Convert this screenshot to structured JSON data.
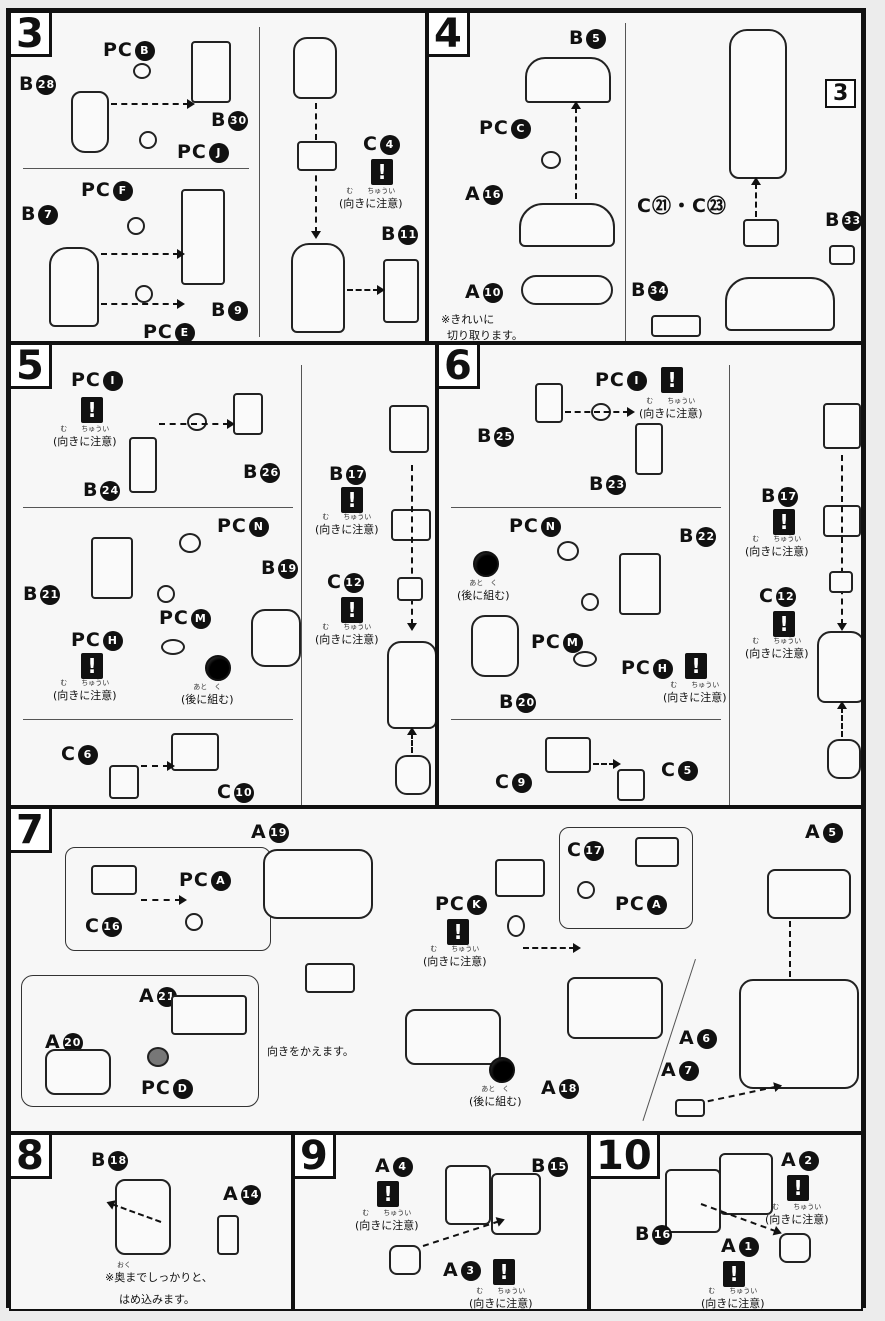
{
  "steps": {
    "s3": {
      "num": "3"
    },
    "s4": {
      "num": "4"
    },
    "s5": {
      "num": "5"
    },
    "s6": {
      "num": "6"
    },
    "s7": {
      "num": "7"
    },
    "s8": {
      "num": "8"
    },
    "s9": {
      "num": "9"
    },
    "s10": {
      "num": "10"
    }
  },
  "labels": {
    "pcB": "PC",
    "pcB_n": "B",
    "b28": "B",
    "b28_n": "28",
    "b30": "B",
    "b30_n": "30",
    "pcJ": "PC",
    "pcJ_n": "J",
    "c4": "C",
    "c4_n": "4",
    "pcF": "PC",
    "pcF_n": "F",
    "b7": "B",
    "b7_n": "7",
    "b11": "B",
    "b11_n": "11",
    "b9": "B",
    "b9_n": "9",
    "pcE": "PC",
    "pcE_n": "E",
    "b5": "B",
    "b5_n": "5",
    "pcC": "PC",
    "pcC_n": "C",
    "a16": "A",
    "a16_n": "16",
    "a10": "A",
    "a10_n": "10",
    "c21c23": "C㉑・C㉓",
    "b33": "B",
    "b33_n": "33",
    "b34": "B",
    "b34_n": "34",
    "ref3": "3",
    "pcI5": "PC",
    "pcI5_n": "I",
    "b26": "B",
    "b26_n": "26",
    "b24": "B",
    "b24_n": "24",
    "b17a": "B",
    "b17a_n": "17",
    "c12a": "C",
    "c12a_n": "12",
    "pcN5": "PC",
    "pcN5_n": "N",
    "b19": "B",
    "b19_n": "19",
    "b21": "B",
    "b21_n": "21",
    "pcM5": "PC",
    "pcM5_n": "M",
    "pcH5": "PC",
    "pcH5_n": "H",
    "c6": "C",
    "c6_n": "6",
    "c10": "C",
    "c10_n": "10",
    "pcI6": "PC",
    "pcI6_n": "I",
    "b25": "B",
    "b25_n": "25",
    "b23": "B",
    "b23_n": "23",
    "b17b": "B",
    "b17b_n": "17",
    "c12b": "C",
    "c12b_n": "12",
    "pcN6": "PC",
    "pcN6_n": "N",
    "b22": "B",
    "b22_n": "22",
    "pcM6": "PC",
    "pcM6_n": "M",
    "pcH6": "PC",
    "pcH6_n": "H",
    "b20": "B",
    "b20_n": "20",
    "c9": "C",
    "c9_n": "9",
    "c5": "C",
    "c5_n": "5",
    "a19": "A",
    "a19_n": "19",
    "c17": "C",
    "c17_n": "17",
    "pcA7a": "PC",
    "pcA7a_n": "A",
    "pcA7b": "PC",
    "pcA7b_n": "A",
    "c16": "C",
    "c16_n": "16",
    "pcK": "PC",
    "pcK_n": "K",
    "a5": "A",
    "a5_n": "5",
    "a21": "A",
    "a21_n": "21",
    "a20": "A",
    "a20_n": "20",
    "pcD": "PC",
    "pcD_n": "D",
    "a6": "A",
    "a6_n": "6",
    "a7": "A",
    "a7_n": "7",
    "a18": "A",
    "a18_n": "18",
    "b18": "B",
    "b18_n": "18",
    "a14": "A",
    "a14_n": "14",
    "a4": "A",
    "a4_n": "4",
    "b15": "B",
    "b15_n": "15",
    "a3": "A",
    "a3_n": "3",
    "a2": "A",
    "a2_n": "2",
    "b16": "B",
    "b16_n": "16",
    "a1": "A",
    "a1_n": "1"
  },
  "notes": {
    "orient": "(向きに注意)",
    "orient_ruby": "む　　ちゅうい",
    "assemble_later": "(後に組む)",
    "assemble_later_ruby": "あと　く",
    "cut_clean_1": "※きれいに",
    "cut_clean_2": "切り取ります。",
    "change_dir": "向きをかえます。",
    "push_in_1": "※奥までしっかりと、",
    "push_in_2": "はめ込みます。",
    "push_in_ruby": "おく"
  },
  "warn_glyph": "!"
}
